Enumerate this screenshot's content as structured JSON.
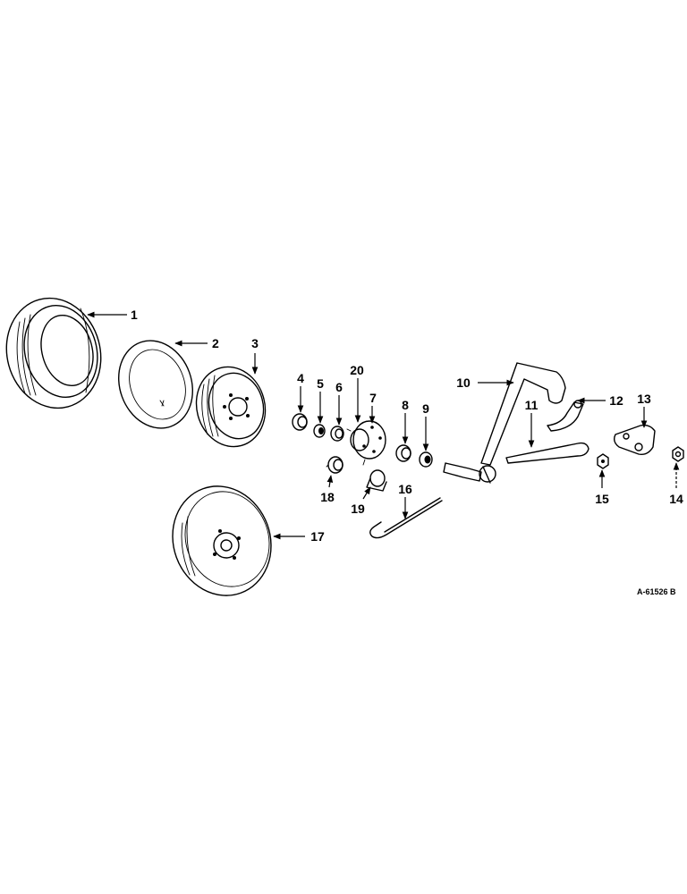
{
  "figure_ref": "A-61526 B",
  "callouts": [
    {
      "key": "c1",
      "label": "1"
    },
    {
      "key": "c2",
      "label": "2"
    },
    {
      "key": "c3",
      "label": "3"
    },
    {
      "key": "c4",
      "label": "4"
    },
    {
      "key": "c5",
      "label": "5"
    },
    {
      "key": "c6",
      "label": "6"
    },
    {
      "key": "c7",
      "label": "7"
    },
    {
      "key": "c8",
      "label": "8"
    },
    {
      "key": "c9",
      "label": "9"
    },
    {
      "key": "c10",
      "label": "10"
    },
    {
      "key": "c11",
      "label": "11"
    },
    {
      "key": "c12",
      "label": "12"
    },
    {
      "key": "c13",
      "label": "13"
    },
    {
      "key": "c14",
      "label": "14"
    },
    {
      "key": "c15",
      "label": "15"
    },
    {
      "key": "c16",
      "label": "16"
    },
    {
      "key": "c17",
      "label": "17"
    },
    {
      "key": "c18",
      "label": "18"
    },
    {
      "key": "c19",
      "label": "19"
    },
    {
      "key": "c20",
      "label": "20"
    }
  ]
}
